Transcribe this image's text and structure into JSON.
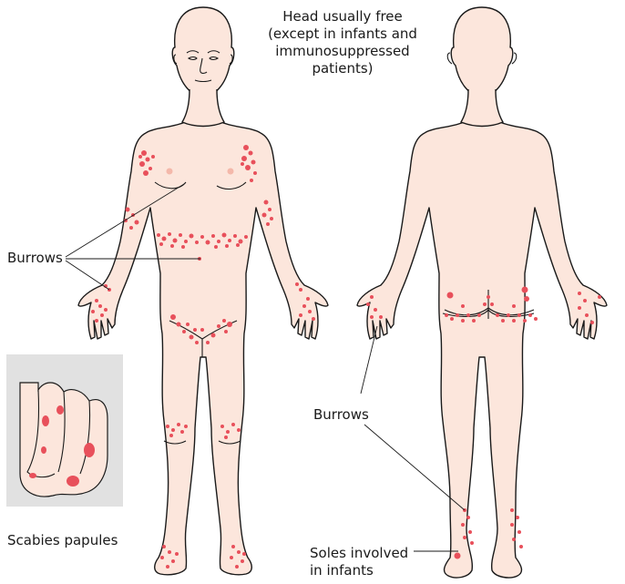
{
  "labels": {
    "head_note": [
      "Head usually free",
      "(except in infants and",
      "immunosuppressed",
      "patients)"
    ],
    "burrows_front": "Burrows",
    "burrows_back": "Burrows",
    "scabies_papules": "Scabies papules",
    "soles": [
      "Soles involved",
      "in infants"
    ]
  },
  "colors": {
    "skin": "#fce6dc",
    "outline": "#1a1a1a",
    "lesion": "#e8505b",
    "inset_bg": "#e1e1e1"
  }
}
